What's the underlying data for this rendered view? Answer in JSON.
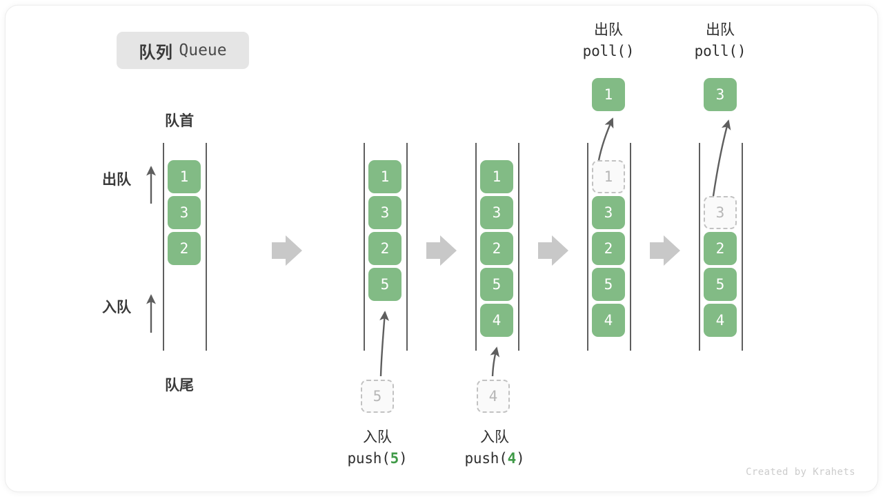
{
  "title": {
    "cn": "队列",
    "en": "Queue"
  },
  "labels": {
    "front": "队首",
    "rear": "队尾",
    "dequeue_side": "出队",
    "enqueue_side": "入队"
  },
  "colors": {
    "cell_fill": "#82bb85",
    "cell_text": "#ffffff",
    "ghost_fill": "#fafafa",
    "ghost_border": "#c2c2c2",
    "ghost_text": "#b6b6b6",
    "rail": "#5e5e5e",
    "badge_bg": "#e5e5e5",
    "flow_arrow": "#c8c8c8",
    "thin_arrow": "#5e5e5e",
    "accent_text": "#3f9a47",
    "footer_text": "#cccccc",
    "card_bg": "#ffffff"
  },
  "columns": [
    {
      "name": "initial",
      "cells": [
        {
          "value": "1",
          "state": "solid"
        },
        {
          "value": "3",
          "state": "solid"
        },
        {
          "value": "2",
          "state": "solid"
        }
      ]
    },
    {
      "name": "after-push-5",
      "cells": [
        {
          "value": "1",
          "state": "solid"
        },
        {
          "value": "3",
          "state": "solid"
        },
        {
          "value": "2",
          "state": "solid"
        },
        {
          "value": "5",
          "state": "solid"
        }
      ],
      "incoming": {
        "value": "5",
        "state": "ghost"
      },
      "caption_line1": "入队",
      "caption_op": "push(",
      "caption_arg": "5",
      "caption_close": ")"
    },
    {
      "name": "after-push-4",
      "cells": [
        {
          "value": "1",
          "state": "solid"
        },
        {
          "value": "3",
          "state": "solid"
        },
        {
          "value": "2",
          "state": "solid"
        },
        {
          "value": "5",
          "state": "solid"
        },
        {
          "value": "4",
          "state": "solid"
        }
      ],
      "incoming": {
        "value": "4",
        "state": "ghost"
      },
      "caption_line1": "入队",
      "caption_op": "push(",
      "caption_arg": "4",
      "caption_close": ")"
    },
    {
      "name": "after-poll-1",
      "cells": [
        {
          "value": "1",
          "state": "ghost"
        },
        {
          "value": "3",
          "state": "solid"
        },
        {
          "value": "2",
          "state": "solid"
        },
        {
          "value": "5",
          "state": "solid"
        },
        {
          "value": "4",
          "state": "solid"
        }
      ],
      "outgoing": {
        "value": "1",
        "state": "solid"
      },
      "caption_line1": "出队",
      "caption_op": "poll()"
    },
    {
      "name": "after-poll-3",
      "cells": [
        {
          "value": "",
          "state": "empty"
        },
        {
          "value": "3",
          "state": "ghost"
        },
        {
          "value": "2",
          "state": "solid"
        },
        {
          "value": "5",
          "state": "solid"
        },
        {
          "value": "4",
          "state": "solid"
        }
      ],
      "outgoing": {
        "value": "3",
        "state": "solid"
      },
      "caption_line1": "出队",
      "caption_op": "poll()"
    }
  ],
  "footer": "Created by Krahets"
}
